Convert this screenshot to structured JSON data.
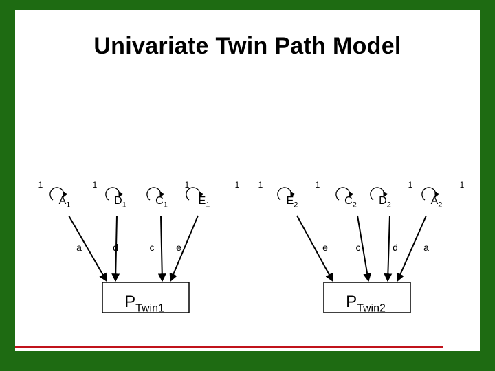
{
  "title": "Univariate Twin Path Model",
  "colors": {
    "frame": "#1e6b12",
    "slide": "#ffffff",
    "rule": "#c0131b",
    "ink": "#000000"
  },
  "variance_label": "1",
  "twin1": {
    "factors": [
      {
        "base": "A",
        "sub": "1",
        "path": "a"
      },
      {
        "base": "D",
        "sub": "1",
        "path": "d"
      },
      {
        "base": "C",
        "sub": "1",
        "path": "c"
      },
      {
        "base": "E",
        "sub": "1",
        "path": "e"
      }
    ],
    "phenotype": {
      "base": "P",
      "sub": "Twin1"
    }
  },
  "twin2": {
    "factors": [
      {
        "base": "E",
        "sub": "2",
        "path": "e"
      },
      {
        "base": "C",
        "sub": "2",
        "path": "c"
      },
      {
        "base": "D",
        "sub": "2",
        "path": "d"
      },
      {
        "base": "A",
        "sub": "2",
        "path": "a"
      }
    ],
    "phenotype": {
      "base": "P",
      "sub": "Twin2"
    }
  }
}
